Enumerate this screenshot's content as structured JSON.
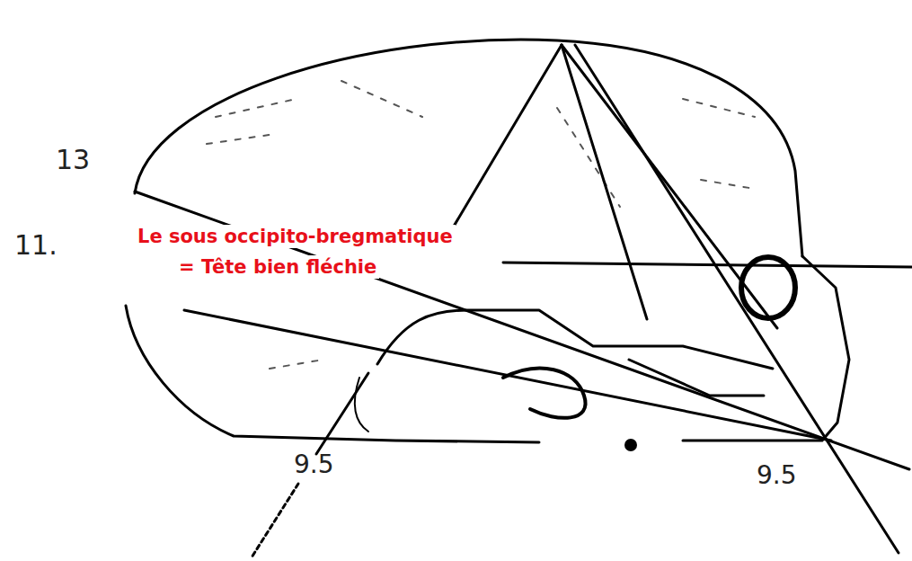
{
  "diagram": {
    "labels": [
      "13",
      "11.",
      "Le sous occipito-bregmatique",
      "= Tête bien fléchie",
      "9.5",
      "9.5"
    ]
  }
}
